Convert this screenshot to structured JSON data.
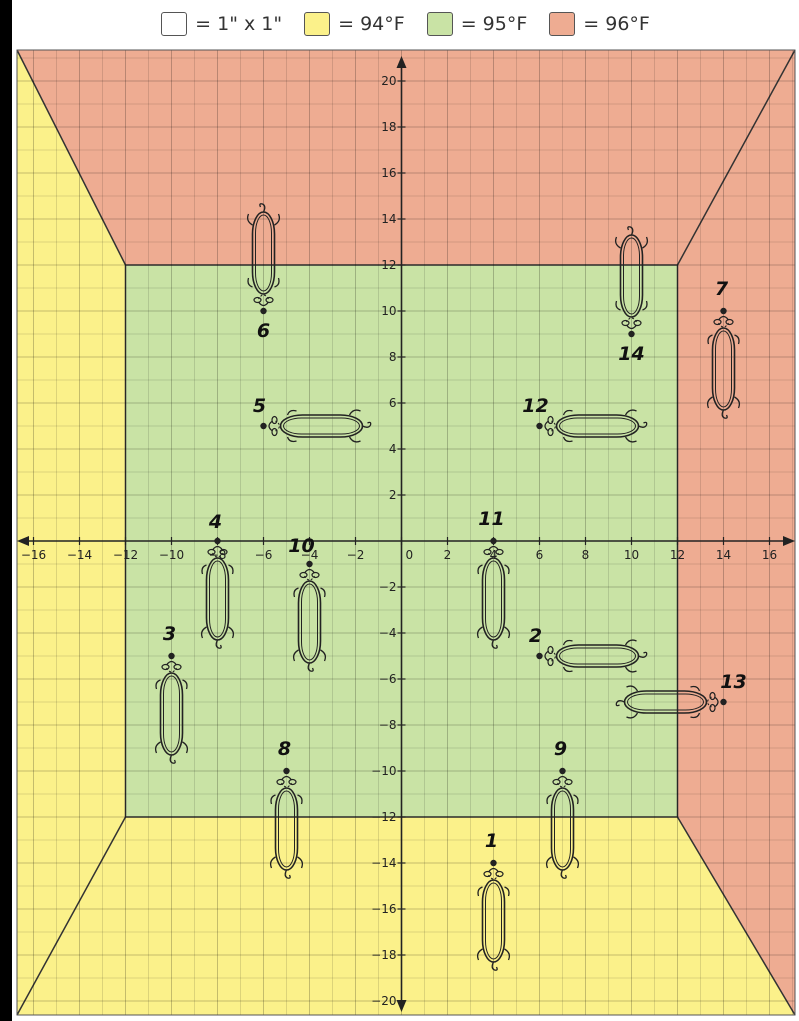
{
  "legend": [
    {
      "label": "= 1\" x 1\"",
      "color": "#ffffff"
    },
    {
      "label": "= 94°F",
      "color": "#fbf18a"
    },
    {
      "label": "= 95°F",
      "color": "#c9e3a5"
    },
    {
      "label": "= 96°F",
      "color": "#eeac92"
    }
  ],
  "zones": {
    "cold_color": "#fbf18a",
    "mid_color": "#c9e3a5",
    "hot_color": "#eeac92",
    "inner_square": {
      "xmin": -12,
      "xmax": 12,
      "ymin": -12,
      "ymax": 12
    }
  },
  "axes": {
    "x_range": [
      -17,
      17
    ],
    "y_range": [
      -21,
      21
    ],
    "x_ticks": [
      "-16",
      "-14",
      "-12",
      "-10",
      "-8",
      "-6",
      "-4",
      "-2",
      "0",
      "2",
      "4",
      "6",
      "8",
      "10",
      "12",
      "14",
      "16"
    ],
    "y_ticks": [
      "20",
      "18",
      "16",
      "14",
      "12",
      "10",
      "8",
      "6",
      "4",
      "2",
      "-2",
      "-4",
      "-6",
      "-8",
      "-10",
      "-12",
      "-14",
      "-16",
      "-18",
      "-20"
    ]
  },
  "rats": [
    {
      "label": "1",
      "x": 4,
      "y": -14,
      "dir": "down"
    },
    {
      "label": "2",
      "x": 6,
      "y": -5,
      "dir": "right"
    },
    {
      "label": "3",
      "x": -10,
      "y": -5,
      "dir": "down"
    },
    {
      "label": "4",
      "x": -8,
      "y": 0,
      "dir": "down"
    },
    {
      "label": "5",
      "x": -6,
      "y": 5,
      "dir": "right"
    },
    {
      "label": "6",
      "x": -6,
      "y": 10,
      "dir": "up"
    },
    {
      "label": "7",
      "x": 14,
      "y": 10,
      "dir": "down"
    },
    {
      "label": "8",
      "x": -5,
      "y": -10,
      "dir": "down"
    },
    {
      "label": "9",
      "x": 7,
      "y": -10,
      "dir": "down"
    },
    {
      "label": "10",
      "x": -4,
      "y": -1,
      "dir": "down"
    },
    {
      "label": "11",
      "x": 4,
      "y": 0,
      "dir": "down"
    },
    {
      "label": "12",
      "x": 6,
      "y": 5,
      "dir": "right"
    },
    {
      "label": "13",
      "x": 14,
      "y": -7,
      "dir": "left"
    },
    {
      "label": "14",
      "x": 10,
      "y": 9,
      "dir": "up"
    }
  ]
}
